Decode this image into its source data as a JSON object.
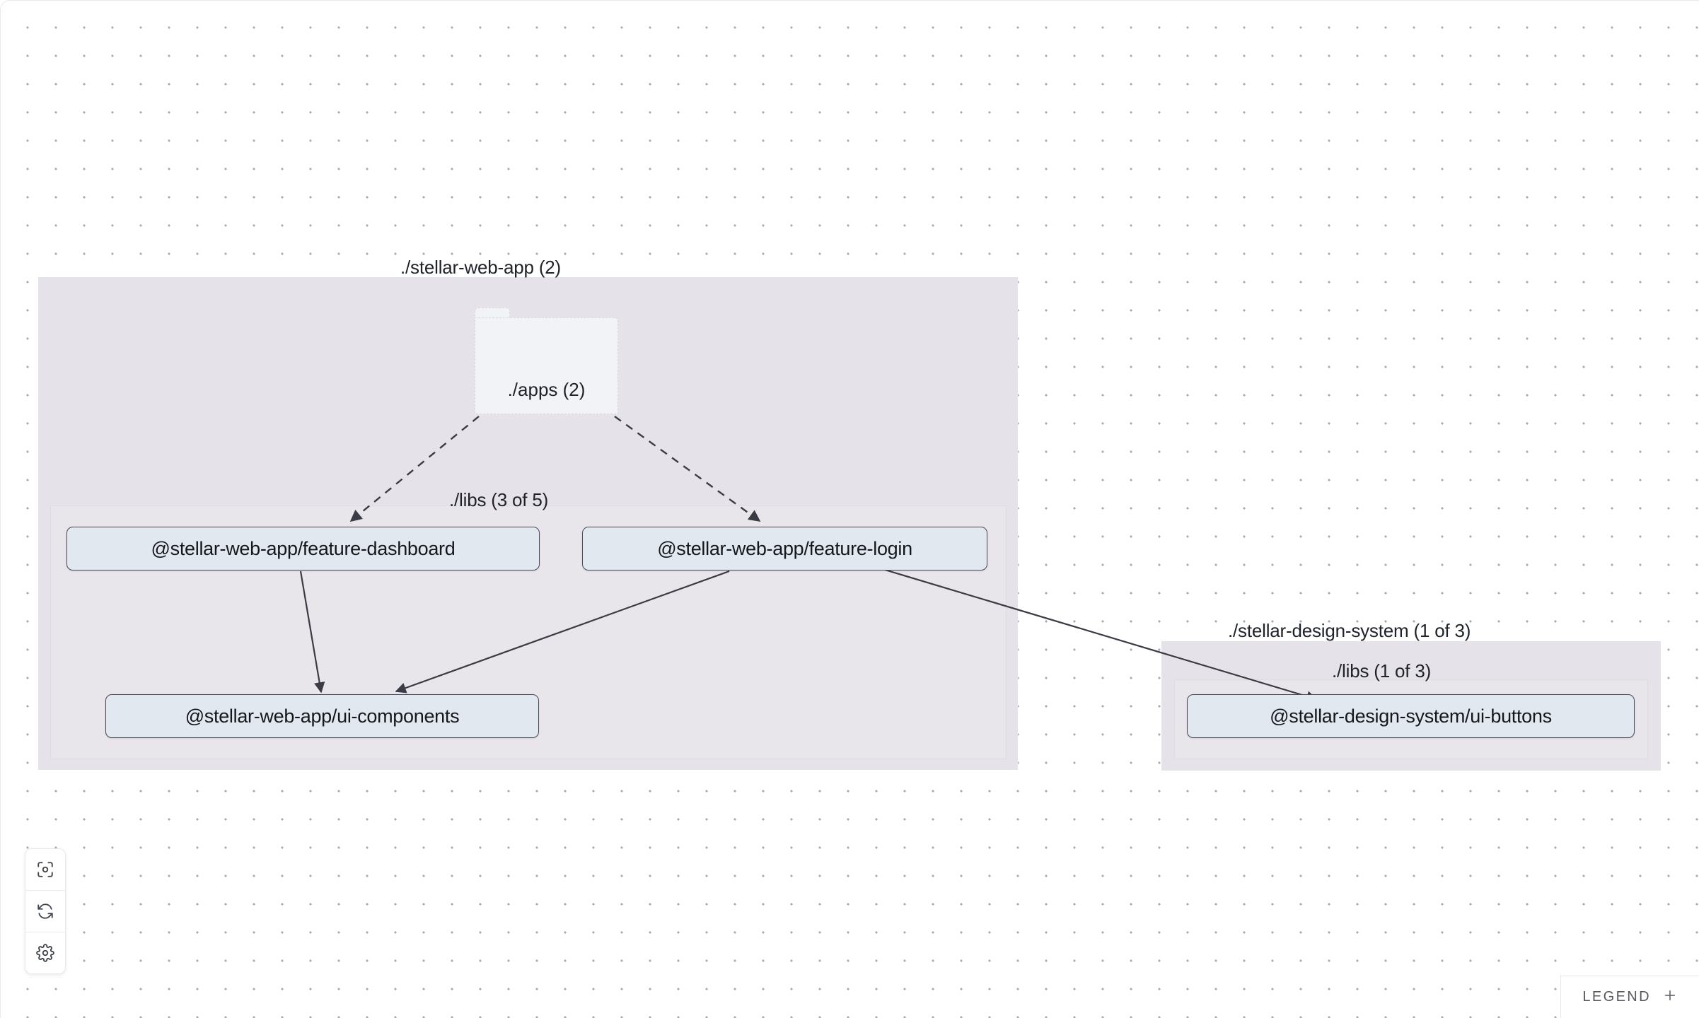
{
  "app": {
    "canvas_background": "#ffffff",
    "dot_color": "#9fabb9",
    "node_fill": "#e2e8f0",
    "node_border": "#4a4a57",
    "group_fill": "#e5e3e9",
    "edge_color": "#4a4a57"
  },
  "groups": [
    {
      "id": "stellar-web-app",
      "label": "./stellar-web-app (2)"
    },
    {
      "id": "web-app-libs",
      "label": "./libs (3 of 5)"
    },
    {
      "id": "stellar-design-system",
      "label": "./stellar-design-system (1 of 3)"
    },
    {
      "id": "design-system-libs",
      "label": "./libs (1 of 3)"
    }
  ],
  "folders": [
    {
      "id": "apps",
      "label": "./apps (2)"
    }
  ],
  "nodes": [
    {
      "id": "feature-dashboard",
      "label": "@stellar-web-app/feature-dashboard"
    },
    {
      "id": "feature-login",
      "label": "@stellar-web-app/feature-login"
    },
    {
      "id": "ui-components",
      "label": "@stellar-web-app/ui-components"
    },
    {
      "id": "ui-buttons",
      "label": "@stellar-design-system/ui-buttons"
    }
  ],
  "edges": [
    {
      "from": "apps",
      "to": "feature-dashboard",
      "style": "dashed"
    },
    {
      "from": "apps",
      "to": "feature-login",
      "style": "dashed"
    },
    {
      "from": "feature-dashboard",
      "to": "ui-components",
      "style": "solid"
    },
    {
      "from": "feature-login",
      "to": "ui-components",
      "style": "solid"
    },
    {
      "from": "feature-login",
      "to": "ui-buttons",
      "style": "solid"
    }
  ],
  "controls": {
    "focus_label": "focus-graph",
    "refresh_label": "refresh-graph",
    "settings_label": "graph-settings"
  },
  "legend": {
    "label": "LEGEND",
    "expand_symbol": "+"
  }
}
